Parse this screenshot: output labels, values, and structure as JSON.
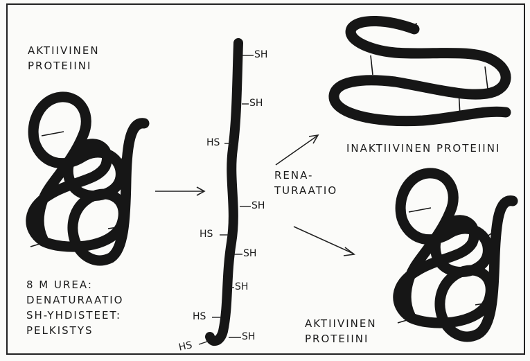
{
  "labels": {
    "active_top_line1": "AKTIIVINEN",
    "active_top_line2": "PROTEIINI",
    "urea_line1": "8 M UREA:",
    "urea_line2": "DENATURAATIO",
    "sh_line1": "SH-YHDISTEET:",
    "sh_line2": "PELKISTYS",
    "inactive": "INAKTIIVINEN PROTEIINI",
    "renat_line1": "RENA-",
    "renat_line2": "TURAATIO",
    "active_bottom_line1": "AKTIIVINEN",
    "active_bottom_line2": "PROTEIINI"
  },
  "chain_groups": [
    "SH",
    "SH",
    "HS",
    "SH",
    "HS",
    "SH",
    "SH",
    "HS",
    "SH",
    "HS"
  ]
}
